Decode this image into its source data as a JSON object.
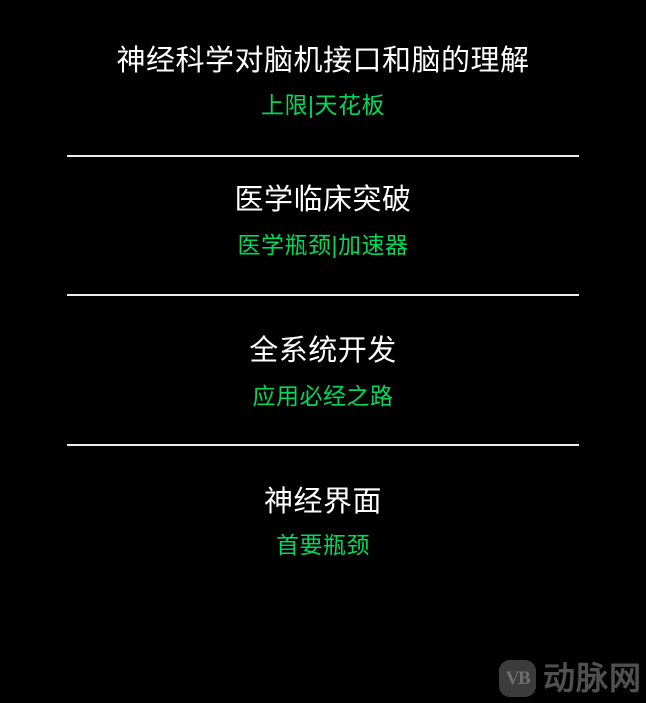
{
  "theme": {
    "background": "#000000",
    "title_color": "#ffffff",
    "subtitle_color": "#00d95c",
    "divider_color": "#ededed",
    "brand_icon_bg": "#3c3c3c",
    "brand_icon_fg": "#6e6e6e",
    "brand_text_color": "#505050"
  },
  "sections": [
    {
      "title": "神经科学对脑机接口和脑的理解",
      "subtitle": "上限|天花板"
    },
    {
      "title": "医学临床突破",
      "subtitle": "医学瓶颈|加速器"
    },
    {
      "title": "全系统开发",
      "subtitle": "应用必经之路"
    },
    {
      "title": "神经界面",
      "subtitle": "首要瓶颈"
    }
  ],
  "brand": {
    "icon_monogram": "VB",
    "name": "动脉网"
  }
}
